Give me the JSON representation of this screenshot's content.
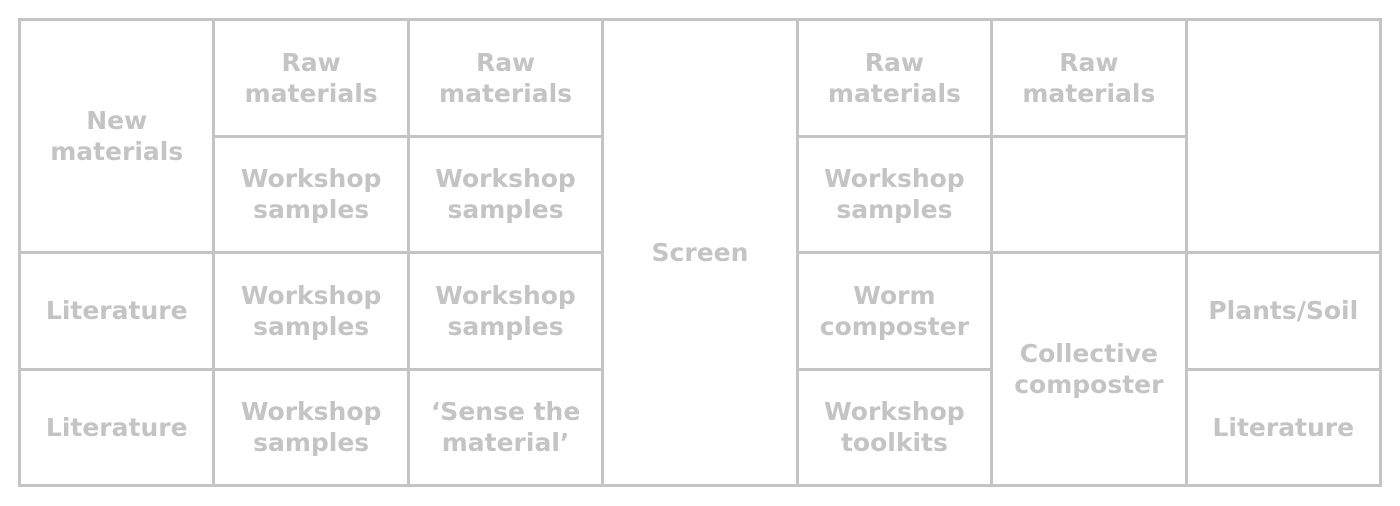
{
  "cells": {
    "new_materials": "New\nmaterials",
    "raw_1": "Raw\nmaterials",
    "raw_2": "Raw\nmaterials",
    "screen": "Screen",
    "raw_3": "Raw\nmaterials",
    "raw_4": "Raw\nmaterials",
    "empty_top_right": "",
    "workshop_samples_1": "Workshop\nsamples",
    "workshop_samples_2": "Workshop\nsamples",
    "workshop_samples_3": "Workshop\nsamples",
    "empty_mid": "",
    "literature_1": "Literature",
    "workshop_samples_4": "Workshop\nsamples",
    "workshop_samples_5": "Workshop\nsamples",
    "worm_composter": "Worm\ncomposter",
    "collective_composter": "Collective\ncomposter",
    "plants_soil": "Plants/Soil",
    "literature_2": "Literature",
    "workshop_samples_6": "Workshop\nsamples",
    "sense_the_material": "‘Sense the\nmaterial’",
    "workshop_toolkits": "Workshop\ntoolkits",
    "literature_3": "Literature"
  }
}
